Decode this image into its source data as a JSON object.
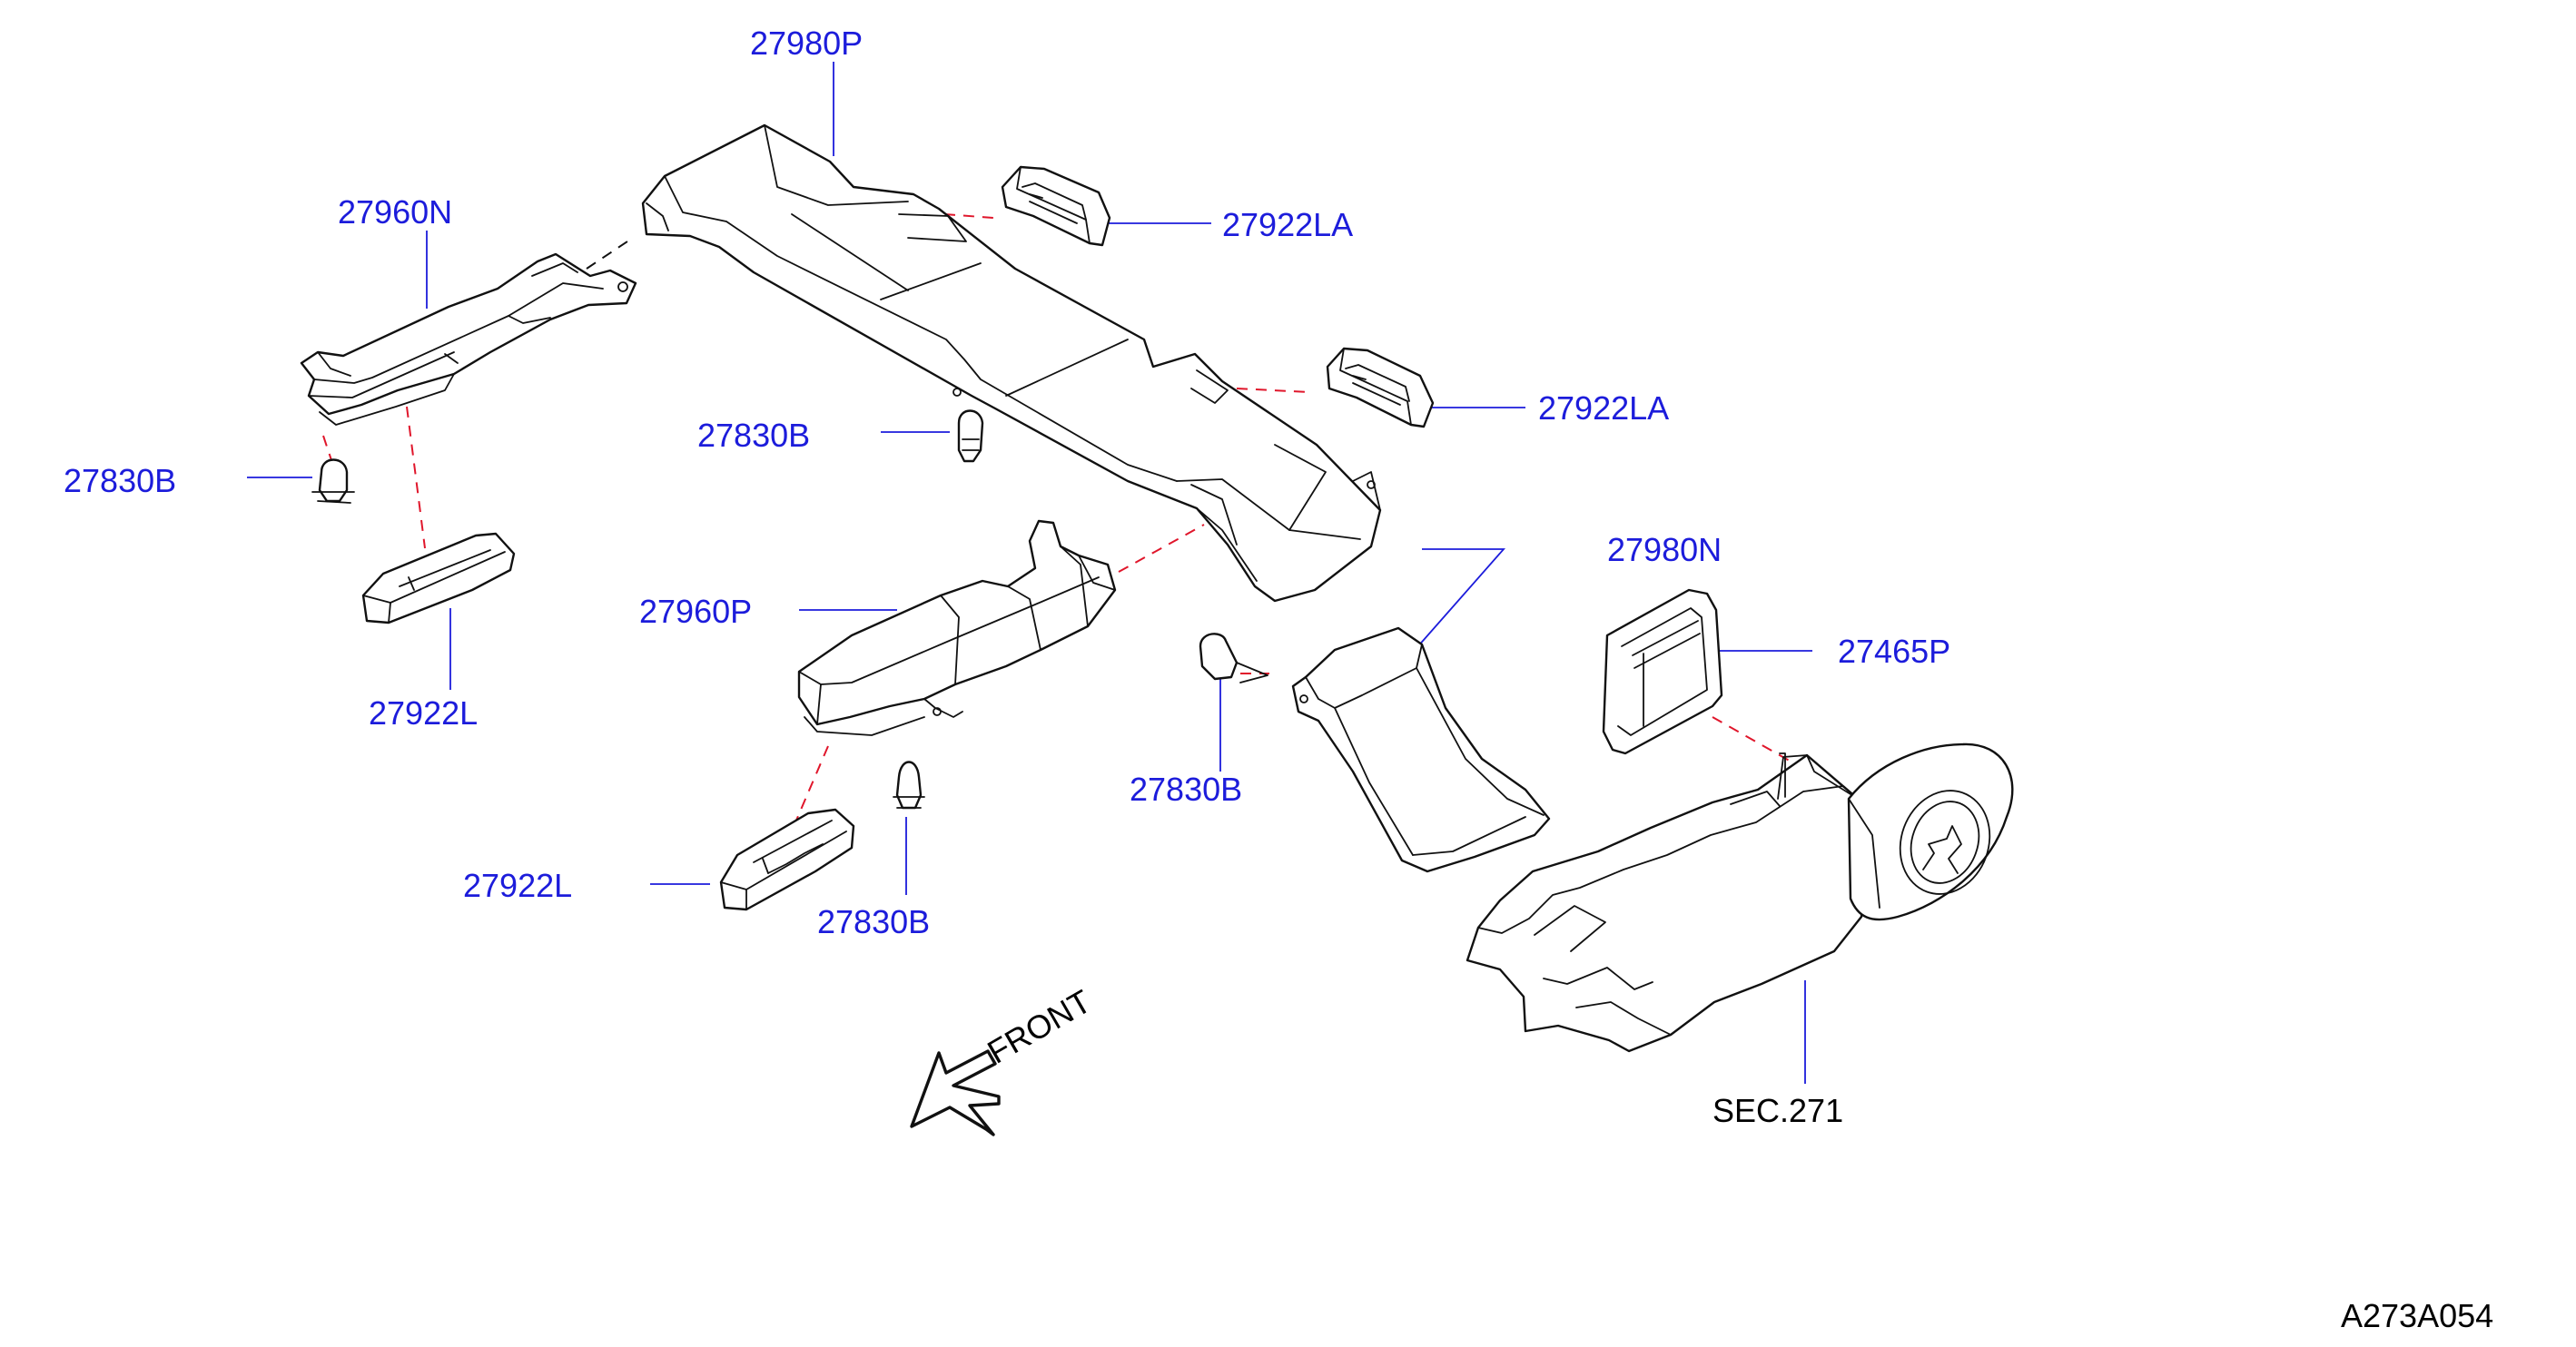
{
  "diagram": {
    "parts": [
      {
        "id": "p1",
        "number": "27980P"
      },
      {
        "id": "p2",
        "number": "27960N"
      },
      {
        "id": "p3",
        "number": "27922LA"
      },
      {
        "id": "p4",
        "number": "27922LA"
      },
      {
        "id": "p5",
        "number": "27830B"
      },
      {
        "id": "p6",
        "number": "27830B"
      },
      {
        "id": "p7",
        "number": "27960P"
      },
      {
        "id": "p8",
        "number": "27922L"
      },
      {
        "id": "p9",
        "number": "27980N"
      },
      {
        "id": "p10",
        "number": "27465P"
      },
      {
        "id": "p11",
        "number": "27830B"
      },
      {
        "id": "p12",
        "number": "27922L"
      },
      {
        "id": "p13",
        "number": "27830B"
      }
    ],
    "section_ref": "SEC.271",
    "direction_label": "FRONT",
    "figure_code": "A273A054",
    "colors": {
      "part_label": "#1c1cdb",
      "line_art": "#111111",
      "guide_dash": "#e0162b"
    }
  }
}
